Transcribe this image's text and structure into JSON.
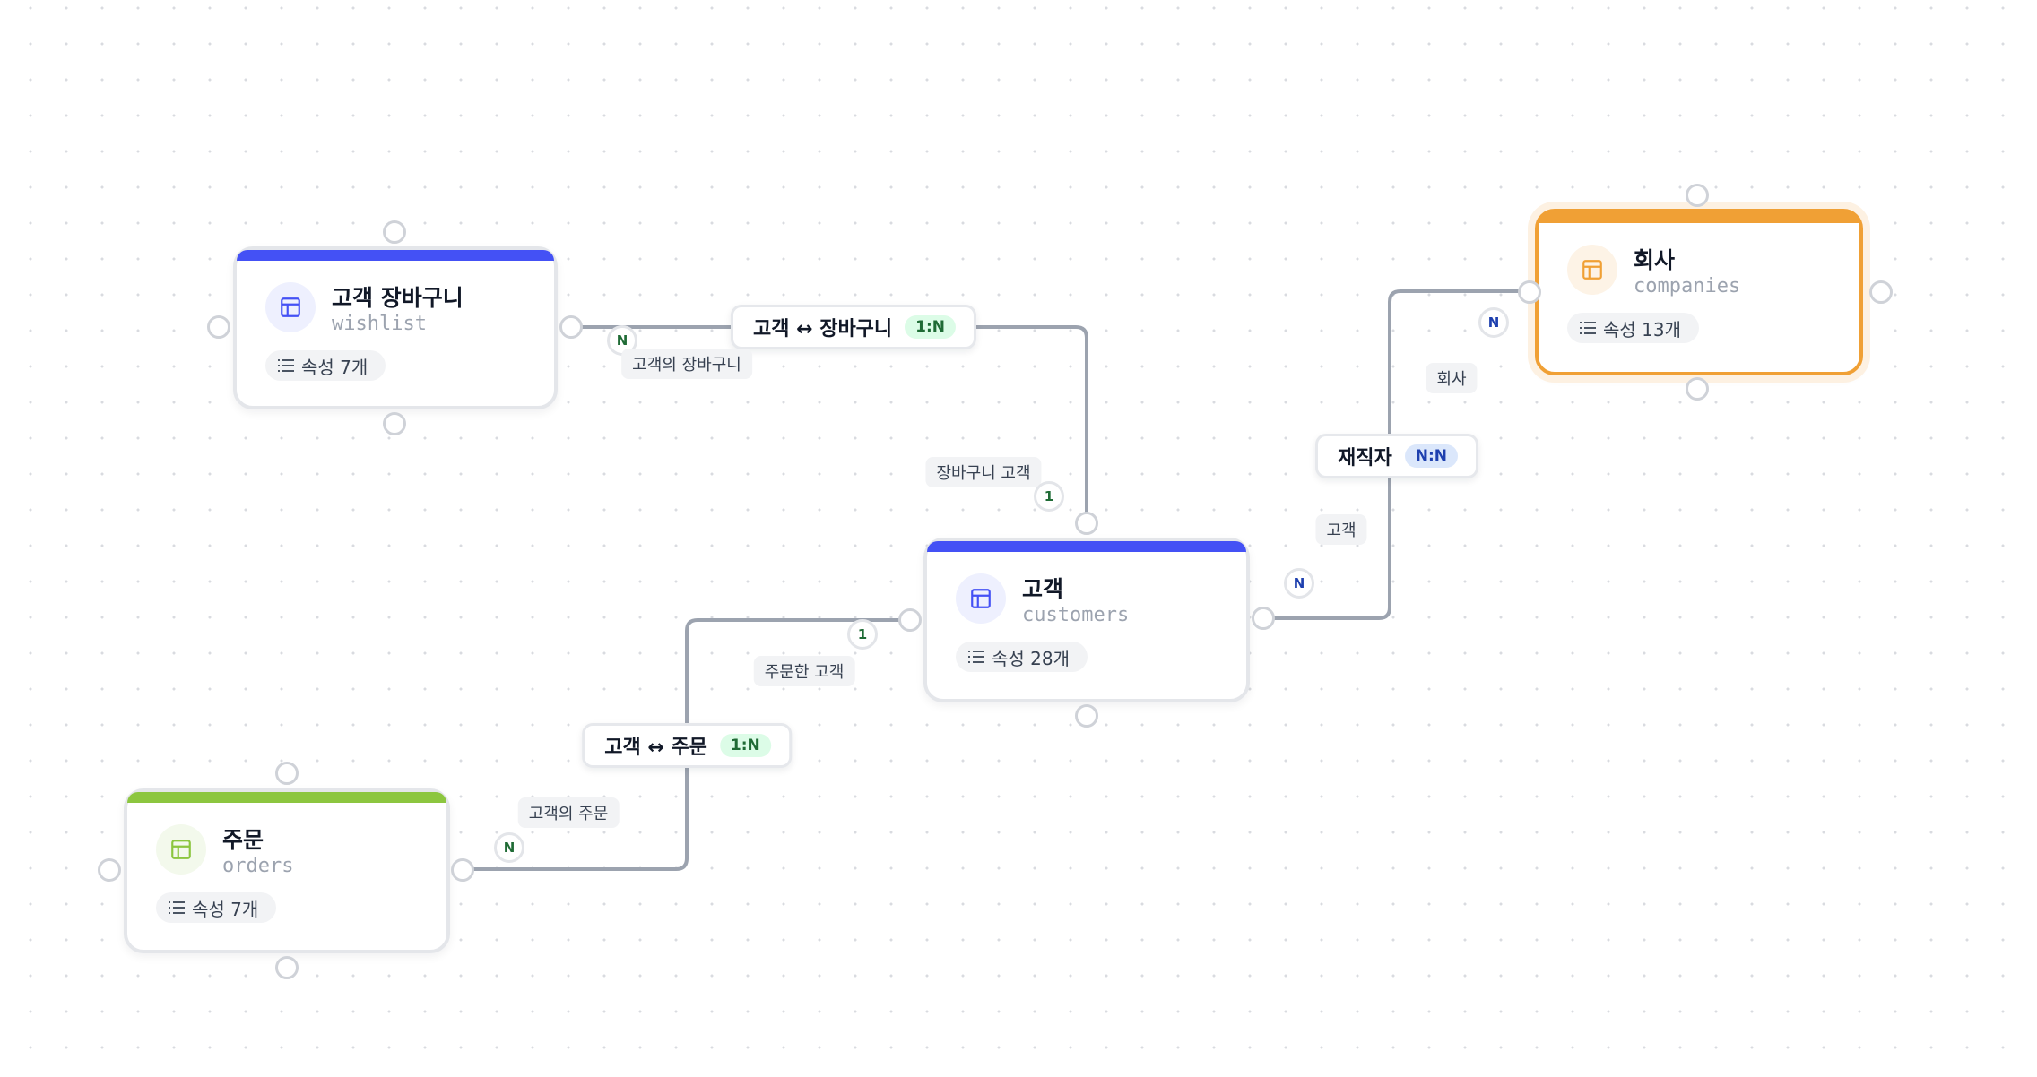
{
  "colors": {
    "blue_accent": "#4451f5",
    "green_accent": "#8cc63f",
    "orange_accent": "#f0a035",
    "edge": "#9ca3af"
  },
  "nodes": [
    {
      "id": "wishlist",
      "title": "고객 장바구니",
      "table": "wishlist",
      "attributes": "속성 7개",
      "accent": "#4451f5",
      "icon_bg": "#eef0fe",
      "icon": "table-icon",
      "selected": false
    },
    {
      "id": "customers",
      "title": "고객",
      "table": "customers",
      "attributes": "속성 28개",
      "accent": "#4451f5",
      "icon_bg": "#eef0fe",
      "icon": "table-icon",
      "selected": false
    },
    {
      "id": "orders",
      "title": "주문",
      "table": "orders",
      "attributes": "속성 7개",
      "accent": "#8cc63f",
      "icon_bg": "#f3f9ec",
      "icon": "table-icon",
      "selected": false
    },
    {
      "id": "companies",
      "title": "회사",
      "table": "companies",
      "attributes": "속성 13개",
      "accent": "#f0a035",
      "icon_bg": "#fdf3e6",
      "icon": "table-icon",
      "selected": true
    }
  ],
  "edges": [
    {
      "id": "customer-wishlist",
      "label": "고객 ↔ 장바구니",
      "cardinality": "1:N",
      "source_role": "고객의 장바구니",
      "source_card": "N",
      "target_role": "장바구니 고객",
      "target_card": "1"
    },
    {
      "id": "customer-orders",
      "label": "고객 ↔ 주문",
      "cardinality": "1:N",
      "source_role": "고객의 주문",
      "source_card": "N",
      "target_role": "주문한 고객",
      "target_card": "1"
    },
    {
      "id": "customer-companies",
      "label": "재직자",
      "cardinality": "N:N",
      "source_role": "고객",
      "source_card": "N",
      "target_role": "회사",
      "target_card": "N"
    }
  ]
}
